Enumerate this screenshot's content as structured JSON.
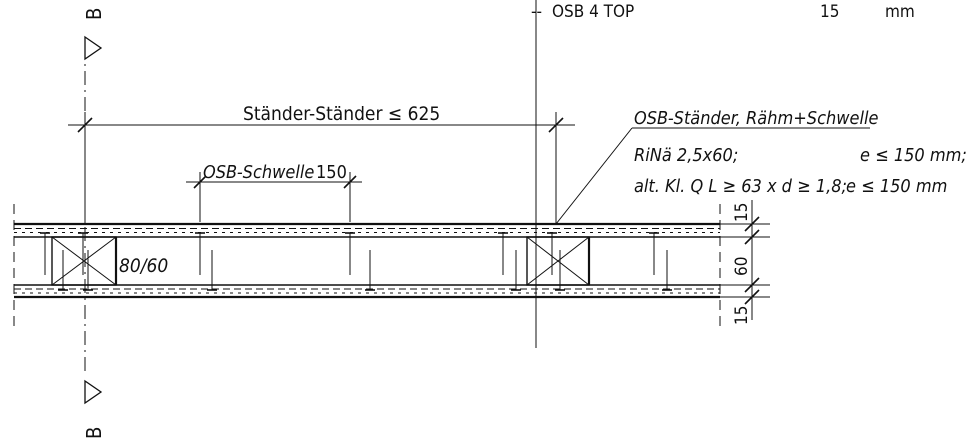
{
  "section_marks": [
    "B",
    "B"
  ],
  "top_note": {
    "prefix": "--",
    "label": "OSB 4 TOP",
    "value": "15",
    "unit": "mm"
  },
  "dimensions": {
    "stud_spacing": "Ständer-Ständer ≤ 625",
    "osb_sill_label": "OSB-Schwelle",
    "osb_sill_value": "150",
    "member_size": "80/60"
  },
  "fastener_note": {
    "title": "OSB-Ständer, Rähm+Schwelle",
    "line1_left": "RiNä 2,5x60;",
    "line1_right": "e ≤ 150 mm;",
    "line2_left": "alt. Kl. Q L ≥ 63 x d ≥ 1,8;",
    "line2_right": "e ≤ 150 mm"
  },
  "layer_dims": [
    "15",
    "60",
    "15"
  ]
}
